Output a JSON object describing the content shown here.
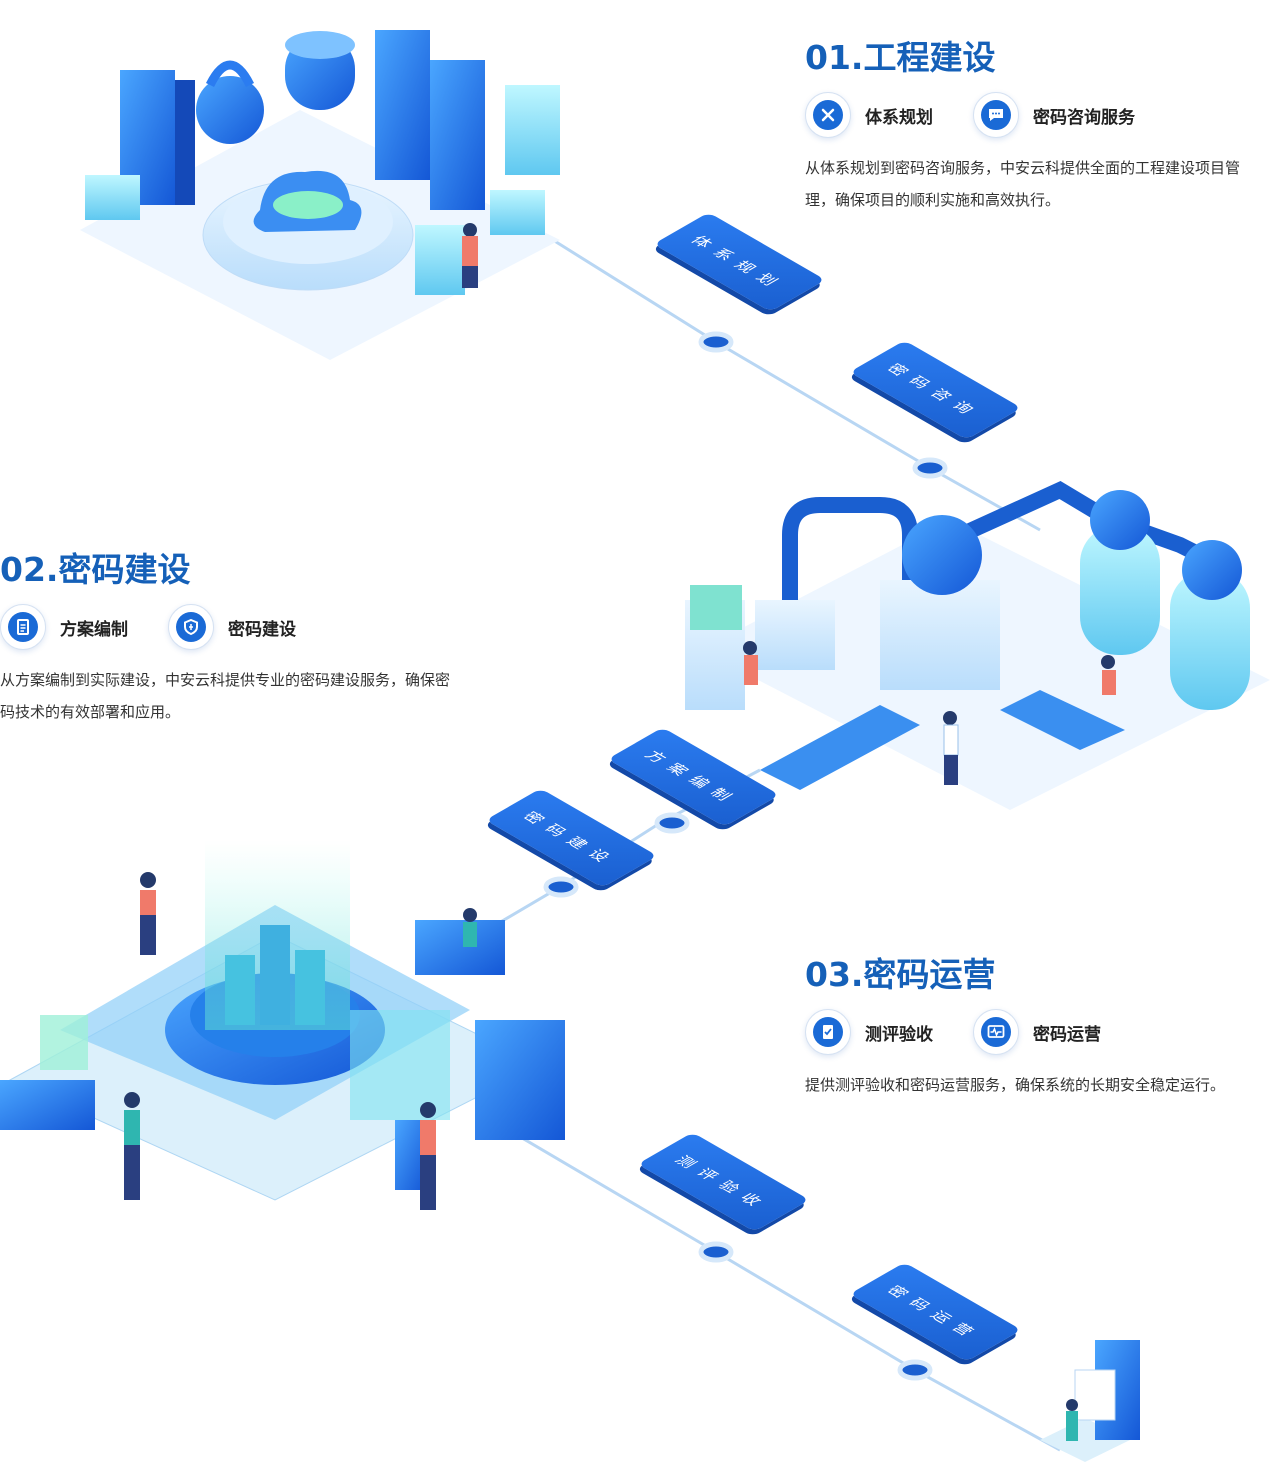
{
  "sections": [
    {
      "title": "01.工程建设",
      "features": [
        {
          "label": "体系规划",
          "icon": "tools-icon"
        },
        {
          "label": "密码咨询服务",
          "icon": "chat-icon"
        }
      ],
      "description": "从体系规划到密码咨询服务，中安云科提供全面的工程建设项目管理，确保项目的顺利实施和高效执行。"
    },
    {
      "title": "02.密码建设",
      "features": [
        {
          "label": "方案编制",
          "icon": "document-icon"
        },
        {
          "label": "密码建设",
          "icon": "key-shield-icon"
        }
      ],
      "description": "从方案编制到实际建设，中安云科提供专业的密码建设服务，确保密码技术的有效部署和应用。"
    },
    {
      "title": "03.密码运营",
      "features": [
        {
          "label": "测评验收",
          "icon": "checklist-icon"
        },
        {
          "label": "密码运营",
          "icon": "pulse-monitor-icon"
        }
      ],
      "description": "提供测评验收和密码运营服务，确保系统的长期安全稳定运行。"
    }
  ],
  "tags": [
    "体系规划",
    "密码咨询",
    "方案编制",
    "密码建设",
    "测评验收",
    "密码运营"
  ],
  "colors": {
    "title": "#1560b8",
    "accent": "#1a6ad6",
    "tag": "#2573e6",
    "path": "#b8d6f3"
  }
}
